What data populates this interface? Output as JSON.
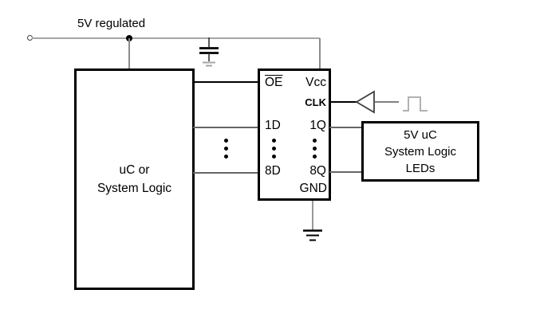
{
  "title": "5V regulated",
  "source_block": {
    "line1": "uC or",
    "line2": "System Logic"
  },
  "register": {
    "oe": "OE",
    "vcc": "Vcc",
    "clk": "CLK",
    "d1": "1D",
    "q1": "1Q",
    "d8": "8D",
    "q8": "8Q",
    "gnd": "GND"
  },
  "led_block": {
    "line1": "5V uC",
    "line2": "System Logic",
    "line3": "LEDs"
  },
  "colors": {
    "rail_gray": "#a6a6a6",
    "drop_gray": "#8c8c8c",
    "signal_gray": "#666666",
    "signal_black": "#000000",
    "pulse_gray": "#a6a6a6",
    "ground_stem_gray": "#999999"
  }
}
